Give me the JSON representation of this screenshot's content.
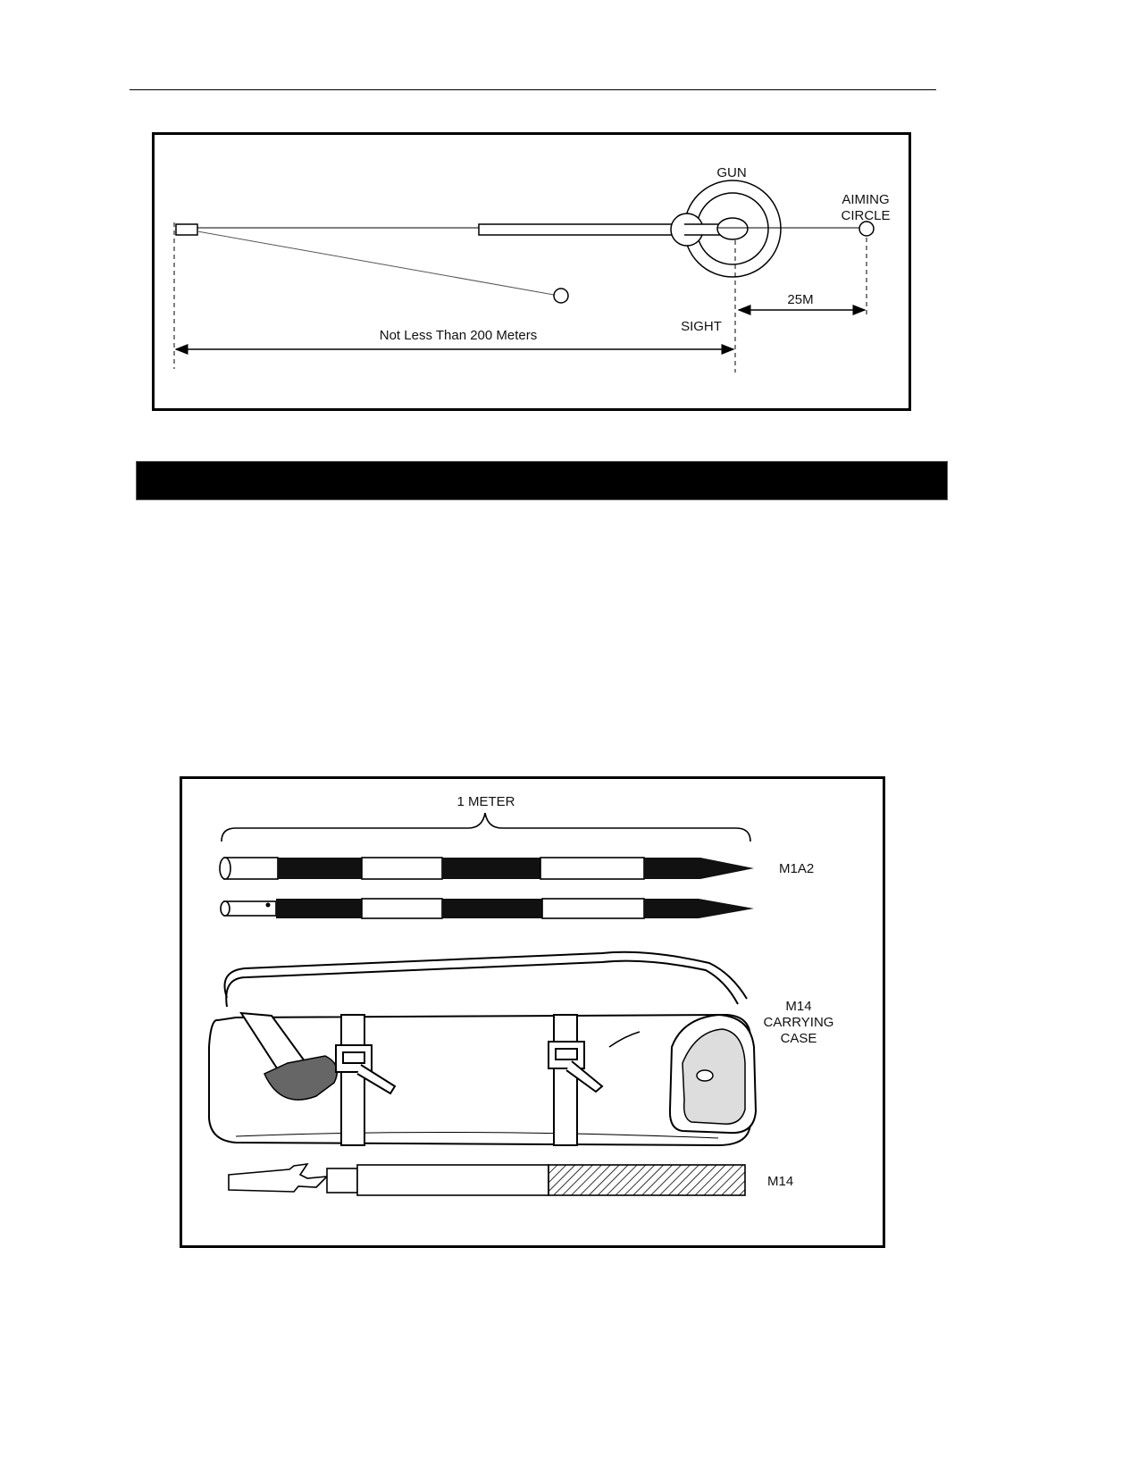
{
  "figure1": {
    "labels": {
      "gun": "GUN",
      "aiming_line1": "AIMING",
      "aiming_line2": "CIRCLE",
      "distance_25": "25M",
      "sight": "SIGHT",
      "distance_200": "Not Less Than 200 Meters"
    }
  },
  "figure2": {
    "labels": {
      "one_meter": "1 METER",
      "m1a2": "M1A2",
      "case_line1": "M14",
      "case_line2": "CARRYING",
      "case_line3": "CASE",
      "m14": "M14"
    }
  }
}
